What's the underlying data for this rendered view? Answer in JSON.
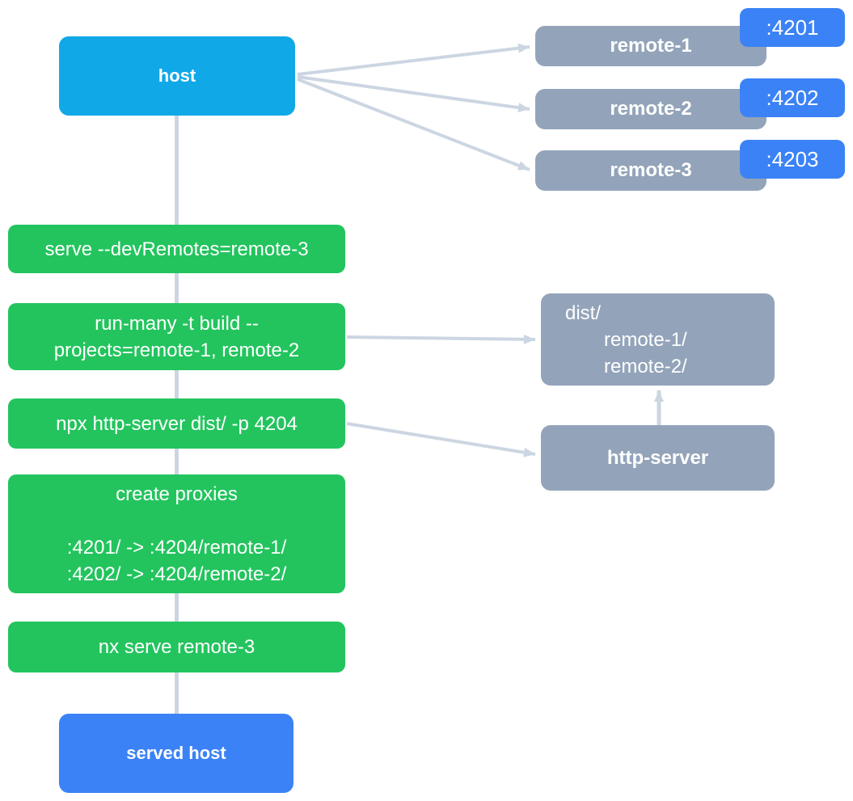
{
  "colors": {
    "host_blue": "#11a8e8",
    "accent_blue": "#3b82f6",
    "node_gray": "#93a4ba",
    "step_green": "#23c45e",
    "connector_gray": "#ccd6e2",
    "text_white": "#ffffff"
  },
  "diagram": {
    "host": {
      "label": "host"
    },
    "served_host": {
      "label": "served host"
    },
    "remotes": [
      {
        "label": "remote-1",
        "port": ":4201"
      },
      {
        "label": "remote-2",
        "port": ":4202"
      },
      {
        "label": "remote-3",
        "port": ":4203"
      }
    ],
    "steps": [
      {
        "lines": [
          "serve --devRemotes=remote-3"
        ]
      },
      {
        "lines": [
          "run-many -t build --",
          "projects=remote-1, remote-2"
        ]
      },
      {
        "lines": [
          "npx http-server dist/ -p 4204"
        ]
      },
      {
        "lines": [
          "create proxies",
          "",
          ":4201/ -> :4204/remote-1/",
          ":4202/ -> :4204/remote-2/"
        ]
      },
      {
        "lines": [
          "nx serve remote-3"
        ]
      }
    ],
    "dist": {
      "lines": [
        "dist/",
        "remote-1/",
        "remote-2/"
      ]
    },
    "http_server": {
      "label": "http-server"
    }
  }
}
